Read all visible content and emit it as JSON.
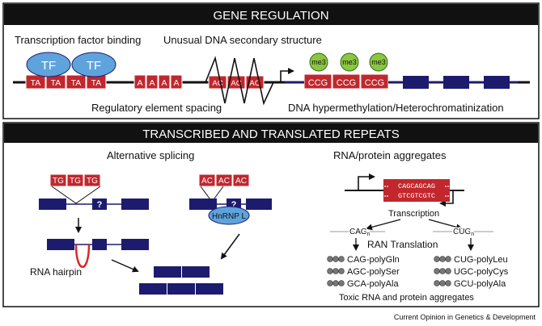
{
  "colors": {
    "repeat_red": "#c1272d",
    "exon_navy": "#1d1b6e",
    "tf_blue": "#5fa3dc",
    "me3_green": "#8cc63f",
    "header_black": "#111111",
    "hairpin": "#d42a2a"
  },
  "gene_regulation": {
    "title": "GENE REGULATION",
    "tf_binding_label": "Transcription factor binding",
    "secondary_structure_label": "Unusual DNA secondary structure",
    "spacing_label": "Regulatory element spacing",
    "hypermethylation_label": "DNA hypermethylation/Heterochromatinization",
    "tf_label": "TF",
    "ta_repeat": "TA",
    "a_repeat": "A",
    "ac_repeat": "AC",
    "ccg_repeat": "CCG",
    "me3_label": "me3"
  },
  "transcribed": {
    "title": "TRANSCRIBED AND TRANSLATED REPEATS",
    "alt_splicing_label": "Alternative splicing",
    "aggregates_label": "RNA/protein aggregates",
    "tg_repeat": "TG",
    "ac_repeat": "AC",
    "question_mark": "?",
    "hnrnp_label": "HnRNP L",
    "rna_hairpin_label": "RNA hairpin",
    "top_strand": "CAGCAGCAG",
    "bottom_strand": "GTCGTCGTC",
    "transcription_label": "Transcription",
    "cag_label": "CAG",
    "cug_label": "CUG",
    "subscript_n": "n",
    "ran_translation_label": "RAN Translation",
    "left_products": [
      "CAG-polyGln",
      "AGC-polySer",
      "GCA-polyAla"
    ],
    "right_products": [
      "CUG-polyLeu",
      "UGC-polyCys",
      "GCU-polyAla"
    ],
    "toxic_label": "Toxic RNA and protein aggregates"
  },
  "footer": {
    "credit": "Current Opinion in Genetics & Development"
  }
}
